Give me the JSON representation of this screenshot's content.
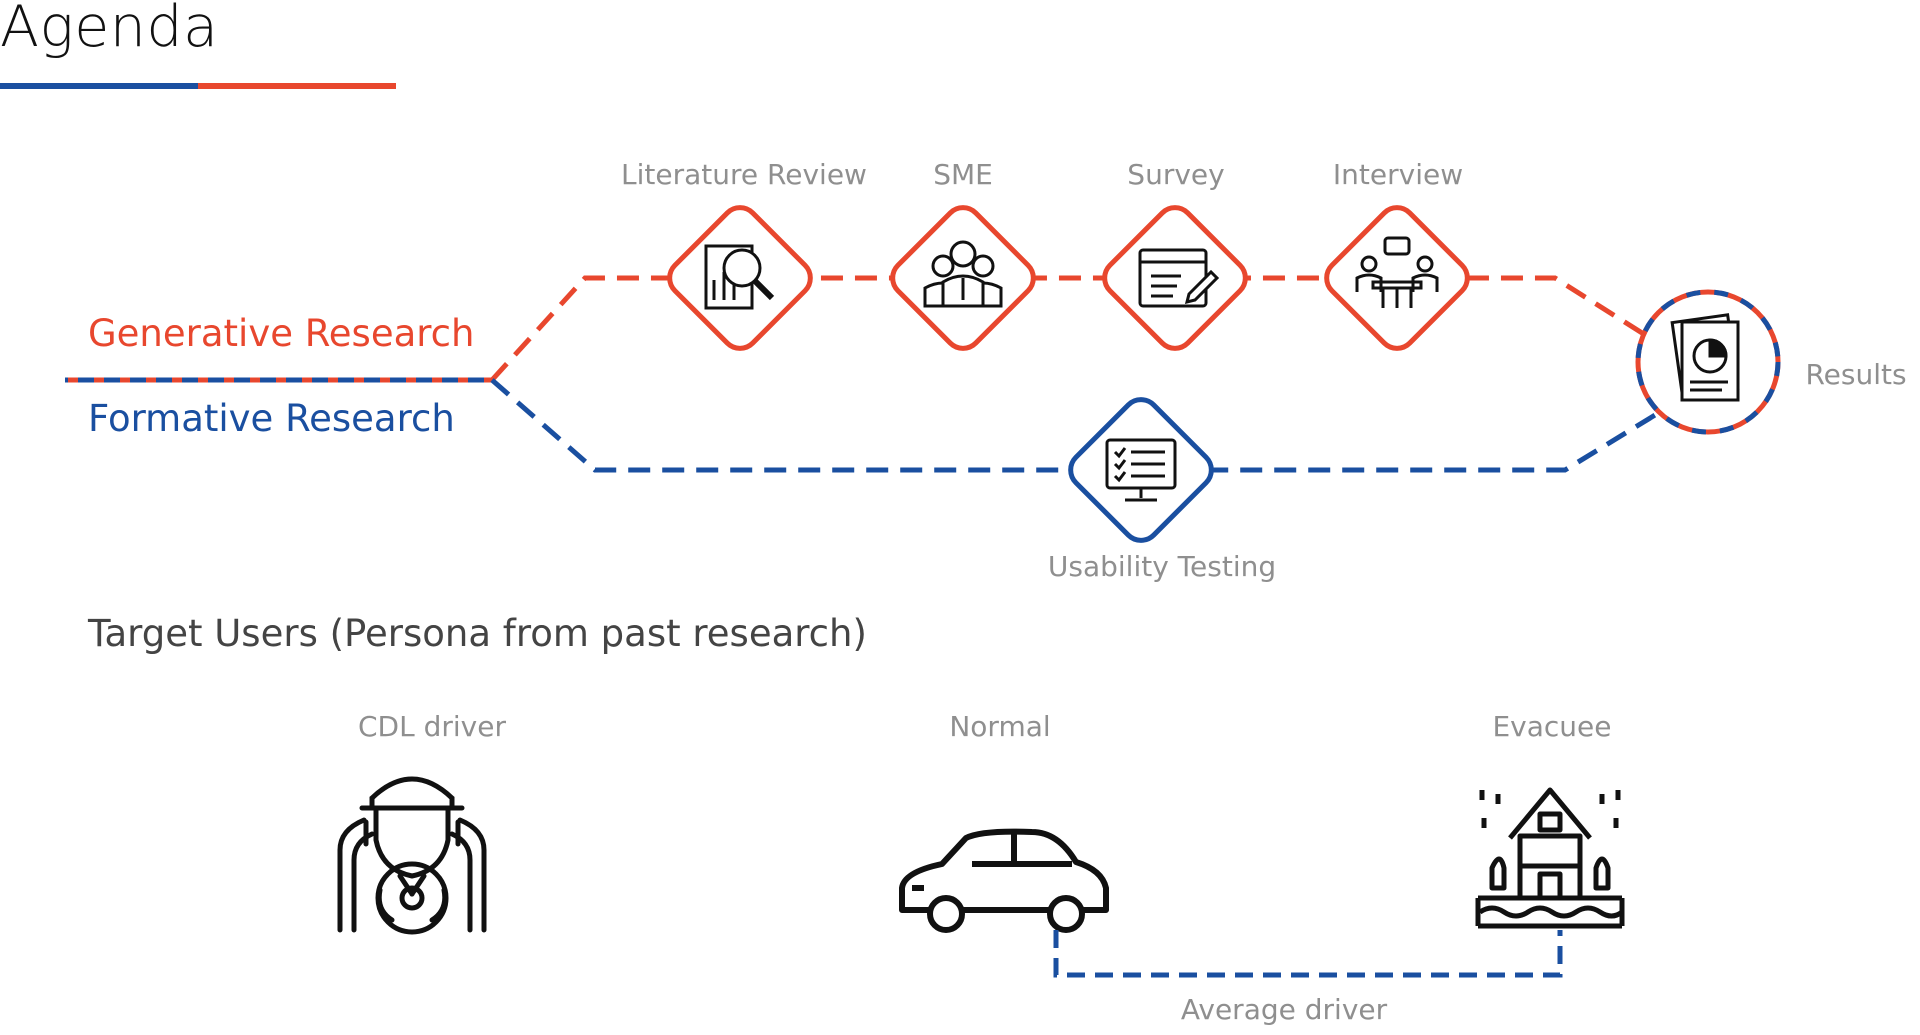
{
  "title": "Agenda",
  "colors": {
    "generative": "#e8472e",
    "formative": "#1a4fa0",
    "label_gray": "#8f8f8f"
  },
  "tracks": {
    "generative": {
      "label": "Generative Research"
    },
    "formative": {
      "label": "Formative Research"
    }
  },
  "nodes": {
    "literature_review": {
      "label": "Literature Review",
      "icon": "report-magnifier-icon"
    },
    "sme": {
      "label": "SME",
      "icon": "experts-group-icon"
    },
    "survey": {
      "label": "Survey",
      "icon": "form-pen-icon"
    },
    "interview": {
      "label": "Interview",
      "icon": "interview-table-icon"
    },
    "usability_testing": {
      "label": "Usability Testing",
      "icon": "monitor-checklist-icon"
    },
    "results": {
      "label": "Results",
      "icon": "report-pie-chart-icon"
    }
  },
  "target_users": {
    "heading": "Target Users (Persona from past research)",
    "personas": [
      {
        "label": "CDL driver",
        "icon": "truck-driver-icon"
      },
      {
        "label": "Normal",
        "icon": "car-icon"
      },
      {
        "label": "Evacuee",
        "icon": "flooded-house-icon"
      }
    ],
    "group_label": "Average driver"
  }
}
